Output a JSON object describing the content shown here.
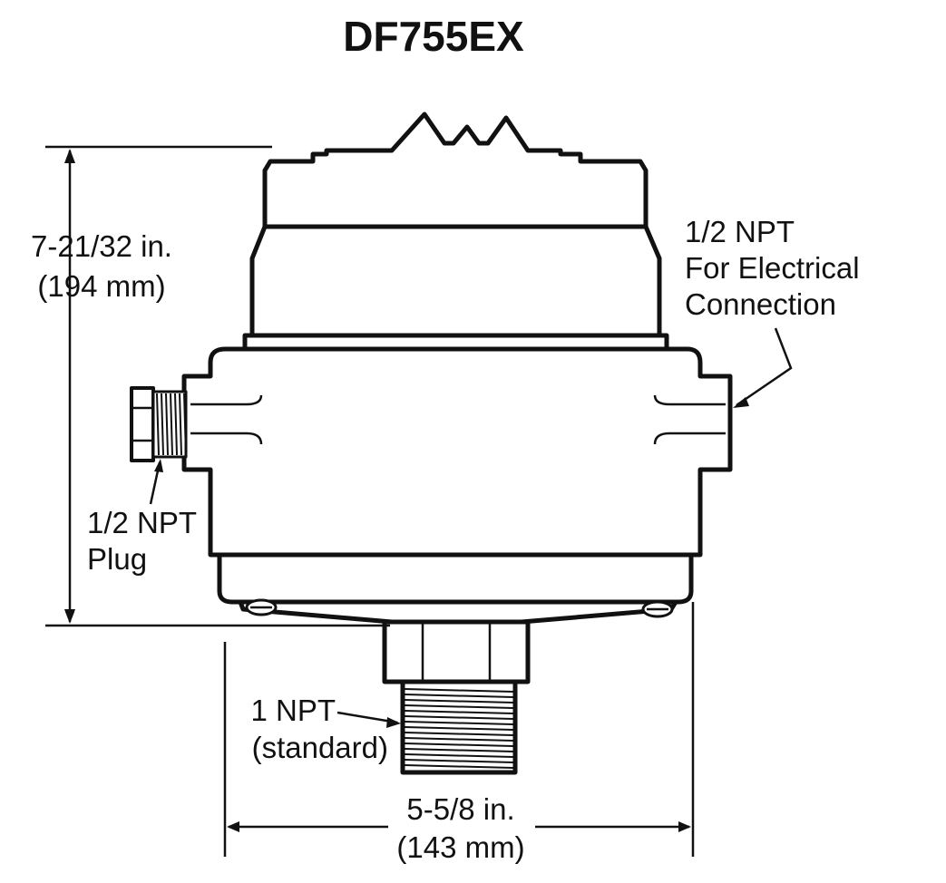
{
  "title": "DF755EX",
  "labels": {
    "height_in": "7-21/32 in.",
    "height_mm": "(194 mm)",
    "electrical_line1": "1/2 NPT",
    "electrical_line2": "For Electrical",
    "electrical_line3": "Connection",
    "plug_line1": "1/2 NPT",
    "plug_line2": "Plug",
    "process_line1": "1 NPT",
    "process_line2": "(standard)",
    "width_in": "5-5/8 in.",
    "width_mm": "(143 mm)"
  },
  "colors": {
    "line": "#111111",
    "background": "#ffffff"
  }
}
